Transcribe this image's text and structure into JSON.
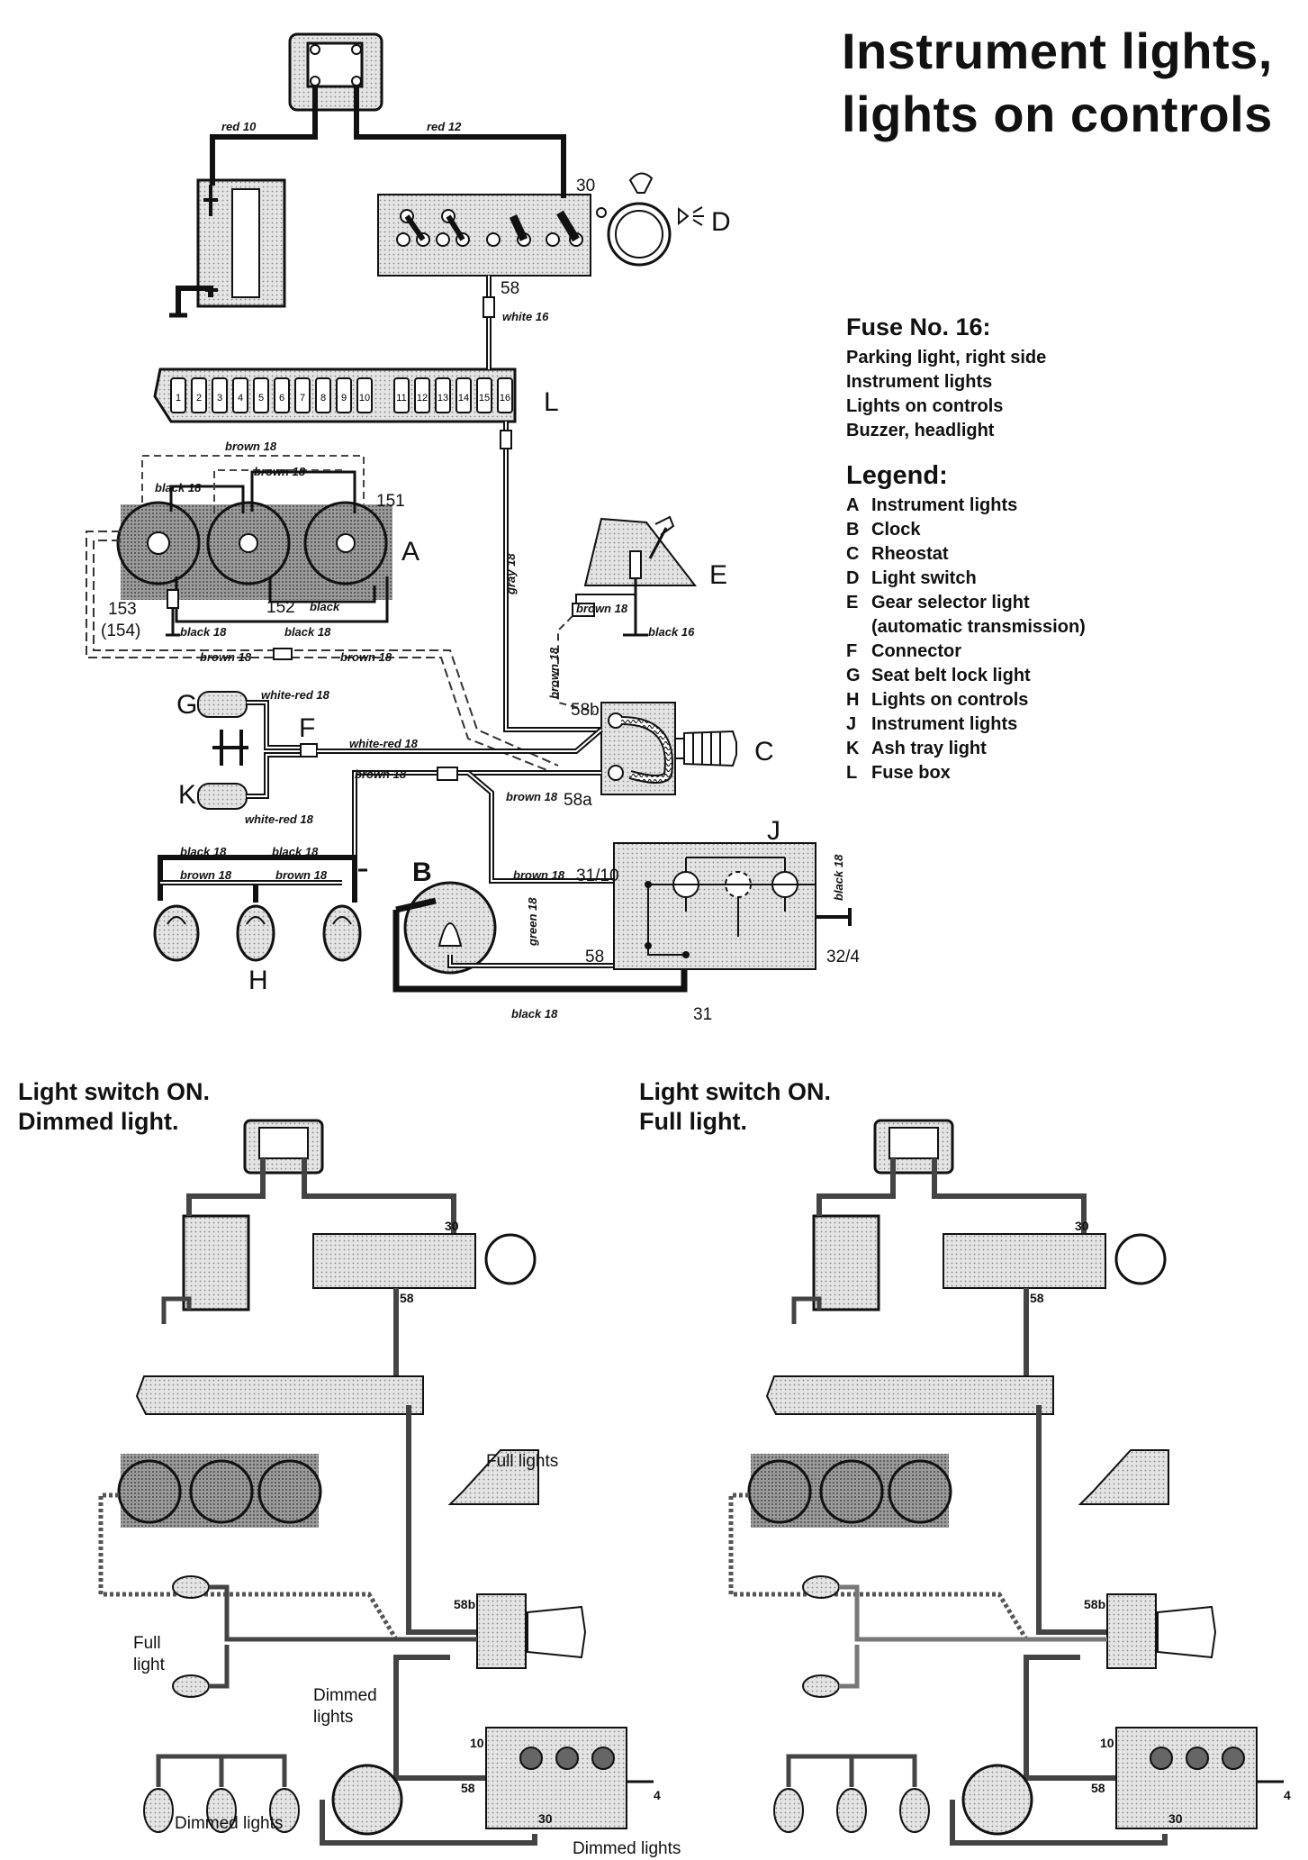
{
  "title": [
    "Instrument lights,",
    "lights on controls"
  ],
  "fuse": {
    "heading": "Fuse No. 16:",
    "items": [
      "Parking light, right side",
      "Instrument lights",
      "Lights on controls",
      "Buzzer, headlight"
    ]
  },
  "legend": {
    "heading": "Legend:",
    "items": [
      {
        "key": "A",
        "label": "Instrument lights"
      },
      {
        "key": "B",
        "label": "Clock"
      },
      {
        "key": "C",
        "label": "Rheostat"
      },
      {
        "key": "D",
        "label": "Light switch"
      },
      {
        "key": "E",
        "label": "Gear selector light"
      },
      {
        "key": "",
        "label": "(automatic transmission)"
      },
      {
        "key": "F",
        "label": "Connector"
      },
      {
        "key": "G",
        "label": "Seat belt lock light"
      },
      {
        "key": "H",
        "label": "Lights on controls"
      },
      {
        "key": "J",
        "label": "Instrument lights"
      },
      {
        "key": "K",
        "label": "Ash tray light"
      },
      {
        "key": "L",
        "label": "Fuse box"
      }
    ]
  },
  "component_letters": {
    "A": "A",
    "B": "B",
    "C": "C",
    "D": "D",
    "E": "E",
    "F": "F",
    "G": "G",
    "H": "H",
    "J": "J",
    "K": "K",
    "L": "L"
  },
  "wires": {
    "red10": "red 10",
    "red12": "red 12",
    "white16": "white 16",
    "brown18": "brown 18",
    "black18": "black 18",
    "black": "black",
    "gray18": "gray 18",
    "black16": "black 16",
    "white_red18": "white-red 18",
    "green18": "green 18"
  },
  "terminals": {
    "t30": "30",
    "t58": "58",
    "t58b": "58b",
    "t58a": "58a",
    "t31_10": "31/10",
    "t32_4": "32/4",
    "t31": "31",
    "t151": "151",
    "t152": "152",
    "t153": "153",
    "t154": "(154)",
    "t10": "10",
    "t4": "4"
  },
  "fuse_numbers": [
    "1",
    "2",
    "3",
    "4",
    "5",
    "6",
    "7",
    "8",
    "9",
    "10",
    "11",
    "12",
    "13",
    "14",
    "15",
    "16"
  ],
  "state_left": {
    "title": [
      "Light switch ON.",
      "Dimmed light."
    ],
    "full_lights": "Full lights",
    "full_light": [
      "Full",
      "light"
    ],
    "dimmed_lights": [
      "Dimmed",
      "lights"
    ],
    "dimmed_lights_bottom": "Dimmed lights",
    "dimmed_lights_bottom2": "Dimmed lights"
  },
  "state_right": {
    "title": [
      "Light switch ON.",
      "Full light."
    ]
  }
}
